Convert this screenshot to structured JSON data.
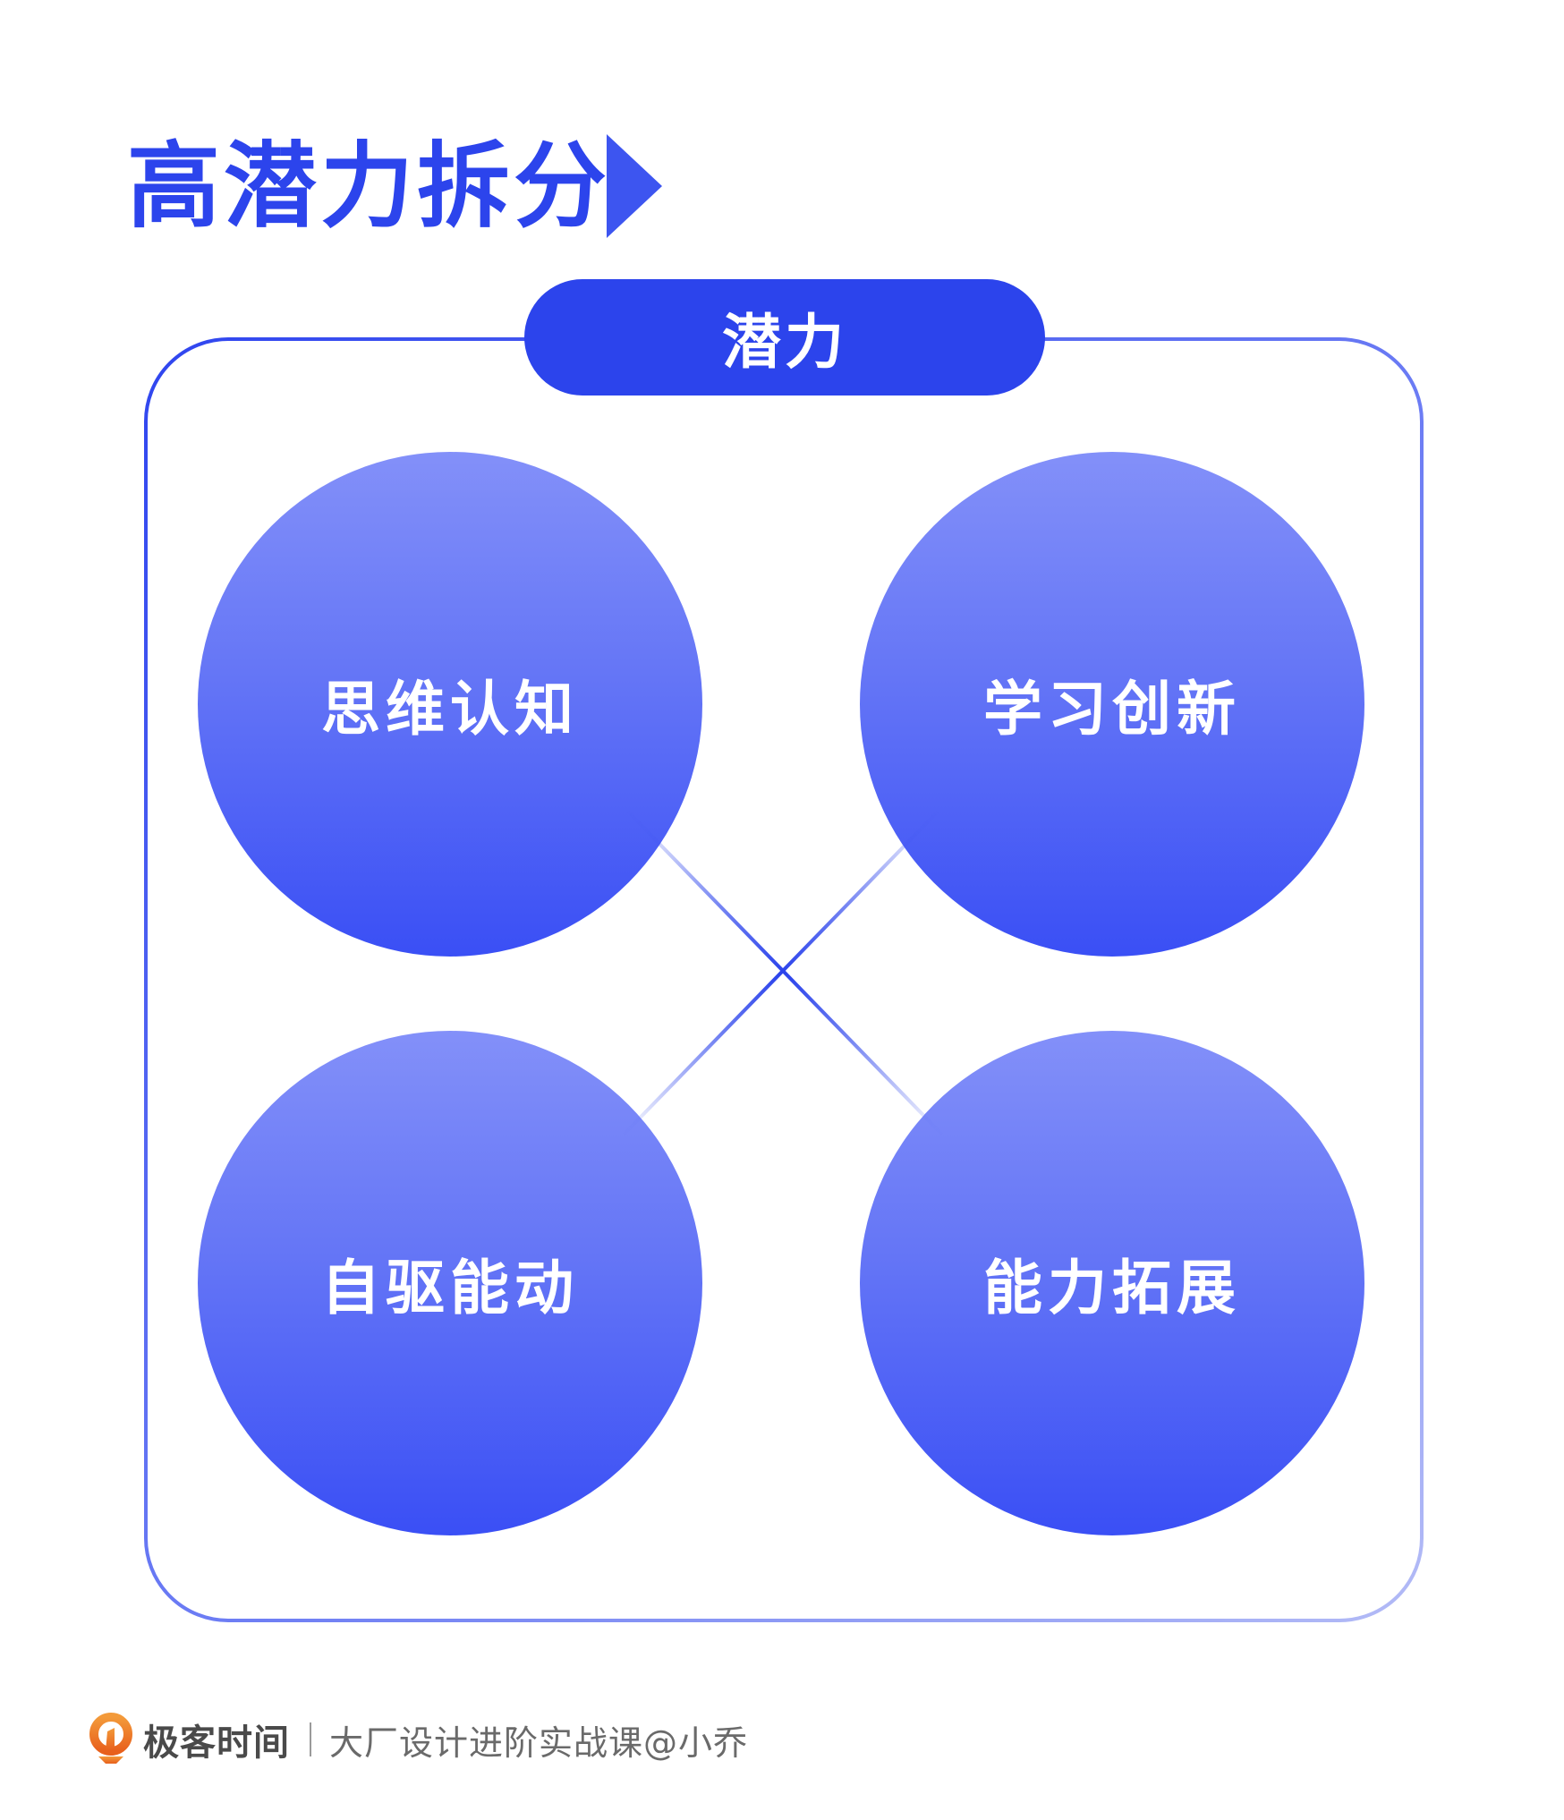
{
  "header": {
    "title": "高潜力拆分",
    "arrow_icon": "play-triangle-icon"
  },
  "diagram": {
    "center_label": "潜力",
    "nodes": [
      {
        "label": "思维认知",
        "position": "top-left"
      },
      {
        "label": "学习创新",
        "position": "top-right"
      },
      {
        "label": "自驱能动",
        "position": "bottom-left"
      },
      {
        "label": "能力拓展",
        "position": "bottom-right"
      }
    ],
    "connectors": [
      {
        "from": "思维认知",
        "to": "能力拓展"
      },
      {
        "from": "学习创新",
        "to": "自驱能动"
      }
    ]
  },
  "footer": {
    "logo_icon": "geektime-logo-icon",
    "brand": "极客时间",
    "separator": "|",
    "course": "大厂设计进阶实战课@小乔"
  },
  "colors": {
    "primary": "#2c44ec",
    "circle_top": "#8390f9",
    "circle_bottom": "#3a4ff5",
    "border_start": "#2f45ef",
    "border_end": "#b3bbf6",
    "logo_orange": "#f07a2a",
    "footer_text": "#4a4a4a"
  }
}
